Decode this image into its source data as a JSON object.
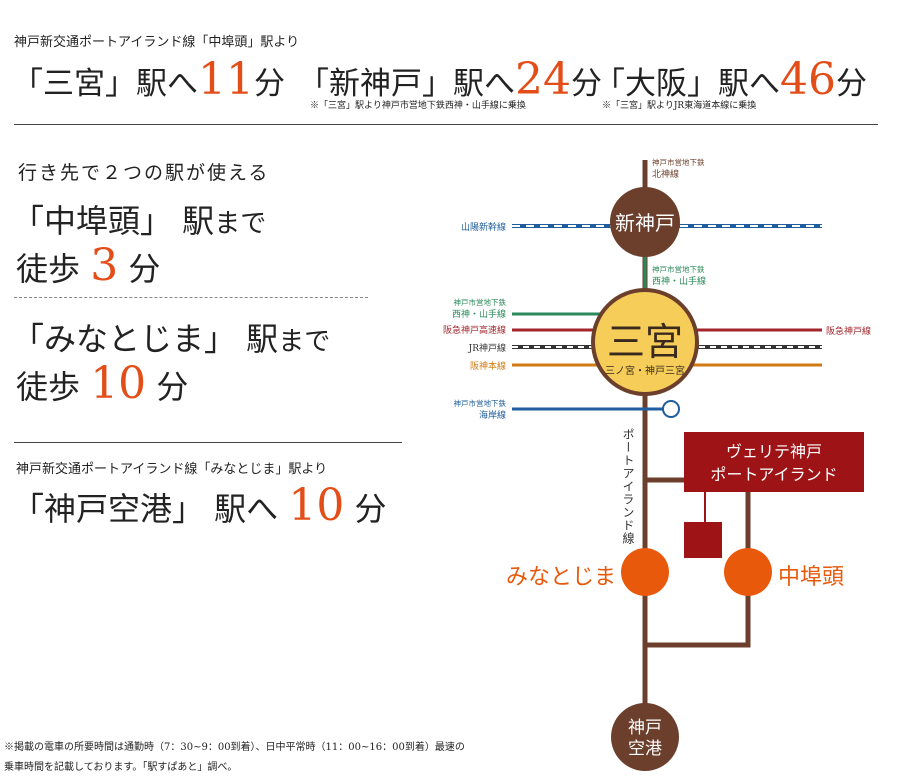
{
  "header": {
    "line_caption": "神戸新交通ポートアイランド線「中埠頭」駅より",
    "routes": [
      {
        "dest": "「三宮」駅へ",
        "minutes": "11",
        "unit": "分",
        "note": ""
      },
      {
        "dest": "「新神戸」駅へ",
        "minutes": "24",
        "unit": "分",
        "note": "※「三宮」駅より神戸市営地下鉄西神・山手線に乗換"
      },
      {
        "dest": "「大阪」駅へ",
        "minutes": "46",
        "unit": "分",
        "note": "※「三宮」駅よりJR東海道本線に乗換"
      }
    ]
  },
  "left": {
    "subtitle": "行き先で２つの駅が使える",
    "walk1": {
      "station": "「中埠頭」 駅",
      "suffix": "まで",
      "prefix": "徒歩",
      "minutes": "3",
      "unit": "分"
    },
    "walk2": {
      "station": "「みなとじま」 駅",
      "suffix": "まで",
      "prefix": "徒歩",
      "minutes": "10",
      "unit": "分"
    },
    "airport_caption": "神戸新交通ポートアイランド線「みなとじま」駅より",
    "airport": {
      "dest": "「神戸空港」 駅へ",
      "minutes": "10",
      "unit": "分"
    }
  },
  "map": {
    "shinkobe": "新神戸",
    "sannomiya": "三宮",
    "sannomiya_sub": "三ノ宮・神戸三宮",
    "minatojima": "みなとじま",
    "nakafuto": "中埠頭",
    "kobe_airport_1": "神戸",
    "kobe_airport_2": "空港",
    "property_line1": "ヴェリテ神戸",
    "property_line2": "ポートアイランド",
    "port_liner_vertical": "ポートアイランド線",
    "lines": {
      "hokushin_sub": "神戸市営地下鉄",
      "hokushin": "北神線",
      "sanyo": "山陽新幹線",
      "seishin_top_sub": "神戸市営地下鉄",
      "seishin_top": "西神・山手線",
      "seishin_left_sub": "神戸市営地下鉄",
      "seishin_left": "西神・山手線",
      "hankyu_kosoku": "阪急神戸高速線",
      "jr": "JR神戸線",
      "hanshin": "阪神本線",
      "kaigan_sub": "神戸市営地下鉄",
      "kaigan": "海岸線",
      "hankyu_right": "阪急神戸線"
    },
    "colors": {
      "trunk": "#6b3f2c",
      "station_orange": "#e8590c",
      "sannomiya_fill": "#f6cd58",
      "property": "#9e1316",
      "green": "#2b8a5a",
      "blue": "#1f5d9e",
      "red": "#a1252b",
      "hanshin": "#d27a12"
    }
  },
  "footer": {
    "line1": "※掲載の電車の所要時間は通勤時（7：30~9：00到着）、日中平常時（11：00~16：00到着）最速の",
    "line2": "乗車時間を記載しております。「駅すぱあと」調べ。"
  }
}
